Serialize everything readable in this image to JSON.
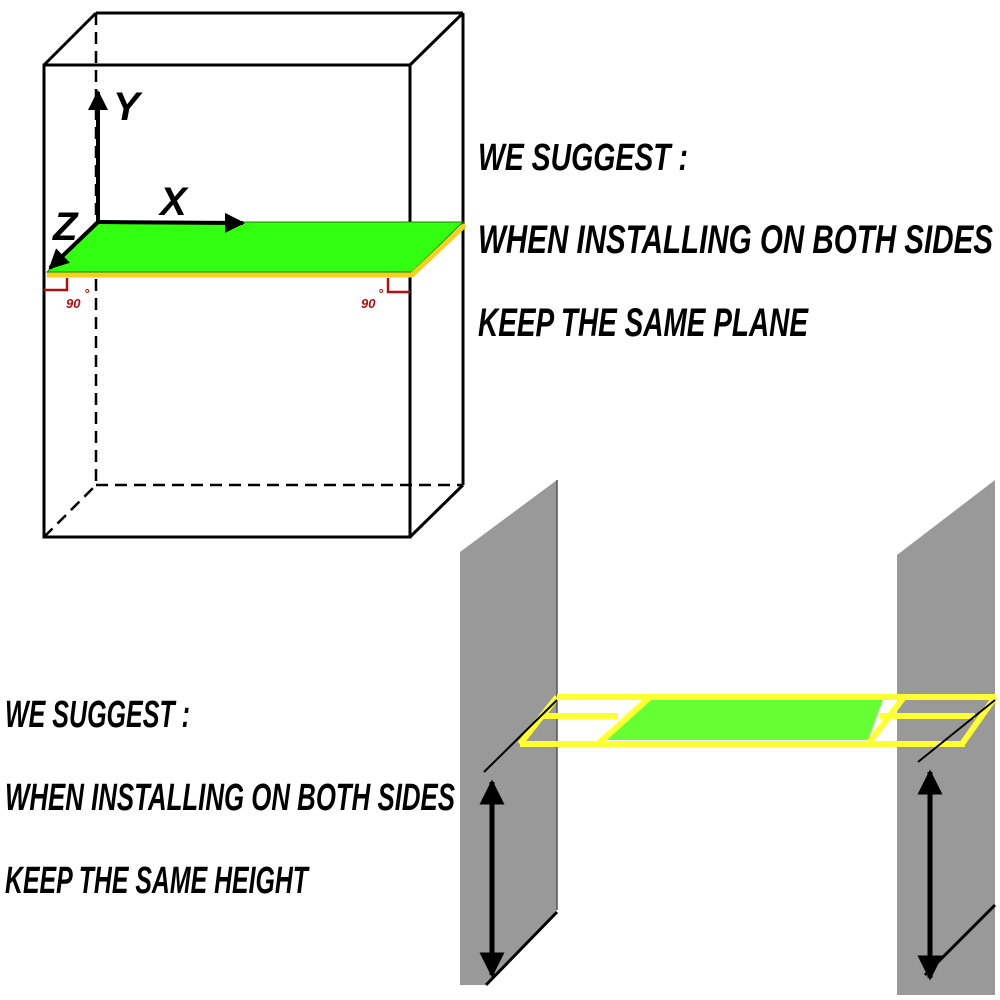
{
  "top_note": {
    "heading": "WE SUGGEST :",
    "line1": "WHEN INSTALLING ON BOTH SIDES",
    "line2": "KEEP THE SAME PLANE"
  },
  "bottom_note": {
    "heading": "WE SUGGEST :",
    "line1": "WHEN INSTALLING ON BOTH SIDES",
    "line2": "KEEP THE SAME HEIGHT"
  },
  "axes": {
    "y": "Y",
    "x": "X",
    "z": "Z"
  },
  "angles": {
    "left": "90",
    "right": "90",
    "degree_mark": "°"
  },
  "colors": {
    "shelf_green": "#33ff11",
    "edge_yellow": "#f5d020",
    "frame_yellow": "#ffff33",
    "wall_gray": "#999999",
    "angle_red": "#b01010"
  }
}
